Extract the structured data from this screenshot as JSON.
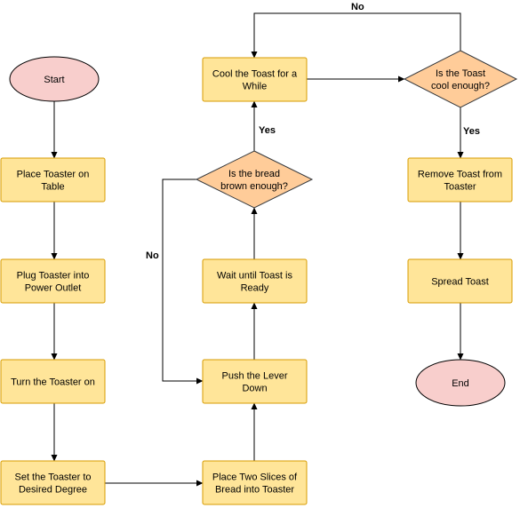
{
  "colors": {
    "process_fill": "#ffe599",
    "process_stroke": "#d79b00",
    "decision_fill": "#ffcc99",
    "decision_stroke": "#36393d",
    "terminal_fill": "#f8cecc",
    "terminal_stroke": "#000000",
    "edge": "#000000"
  },
  "nodes": {
    "start": {
      "text": [
        "Start"
      ]
    },
    "place_toaster": {
      "text": [
        "Place Toaster on",
        "Table"
      ]
    },
    "plug_toaster": {
      "text": [
        "Plug Toaster into",
        "Power Outlet"
      ]
    },
    "turn_on": {
      "text": [
        "Turn the Toaster on"
      ]
    },
    "set_degree": {
      "text": [
        "Set the Toaster to",
        "Desired Degree"
      ]
    },
    "place_slices": {
      "text": [
        "Place Two Slices of",
        "Bread into Toaster"
      ]
    },
    "push_lever": {
      "text": [
        "Push the Lever",
        "Down"
      ]
    },
    "wait_ready": {
      "text": [
        "Wait until Toast is",
        "Ready"
      ]
    },
    "brown_check": {
      "text": [
        "Is the bread",
        "brown enough?"
      ]
    },
    "cool_toast": {
      "text": [
        "Cool the Toast for a",
        "While"
      ]
    },
    "cool_check": {
      "text": [
        "Is the Toast",
        "cool enough?"
      ]
    },
    "remove_toast": {
      "text": [
        "Remove Toast from",
        "Toaster"
      ]
    },
    "spread_toast": {
      "text": [
        "Spread Toast"
      ]
    },
    "end": {
      "text": [
        "End"
      ]
    }
  },
  "edge_labels": {
    "brown_yes": "Yes",
    "brown_no": "No",
    "cool_yes": "Yes",
    "cool_no": "No"
  }
}
